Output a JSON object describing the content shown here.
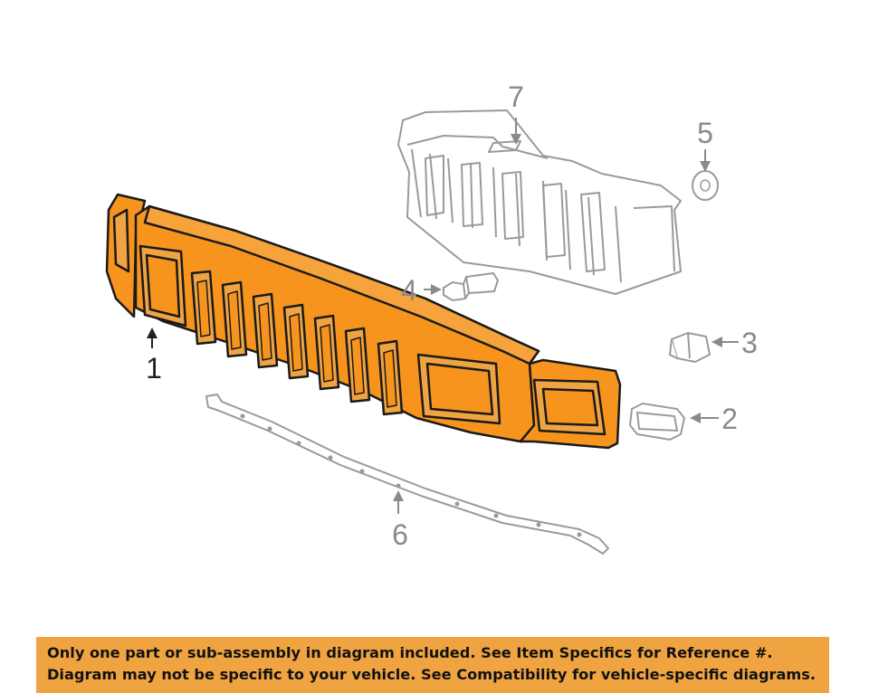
{
  "diagram": {
    "callouts": {
      "part1": "1",
      "part2": "2",
      "part3": "3",
      "part4": "4",
      "part5": "5",
      "part6": "6",
      "part7": "7"
    },
    "highlighted_part": "1",
    "colors": {
      "highlight": "#f7941d",
      "line": "#9a9a9a",
      "banner": "#f0a441"
    }
  },
  "banner": {
    "line1": "Only one part or sub-assembly in diagram included. See Item Specifics for Reference #.",
    "line2": "Diagram may not be specific to your vehicle. See Compatibility for vehicle-specific diagrams."
  }
}
